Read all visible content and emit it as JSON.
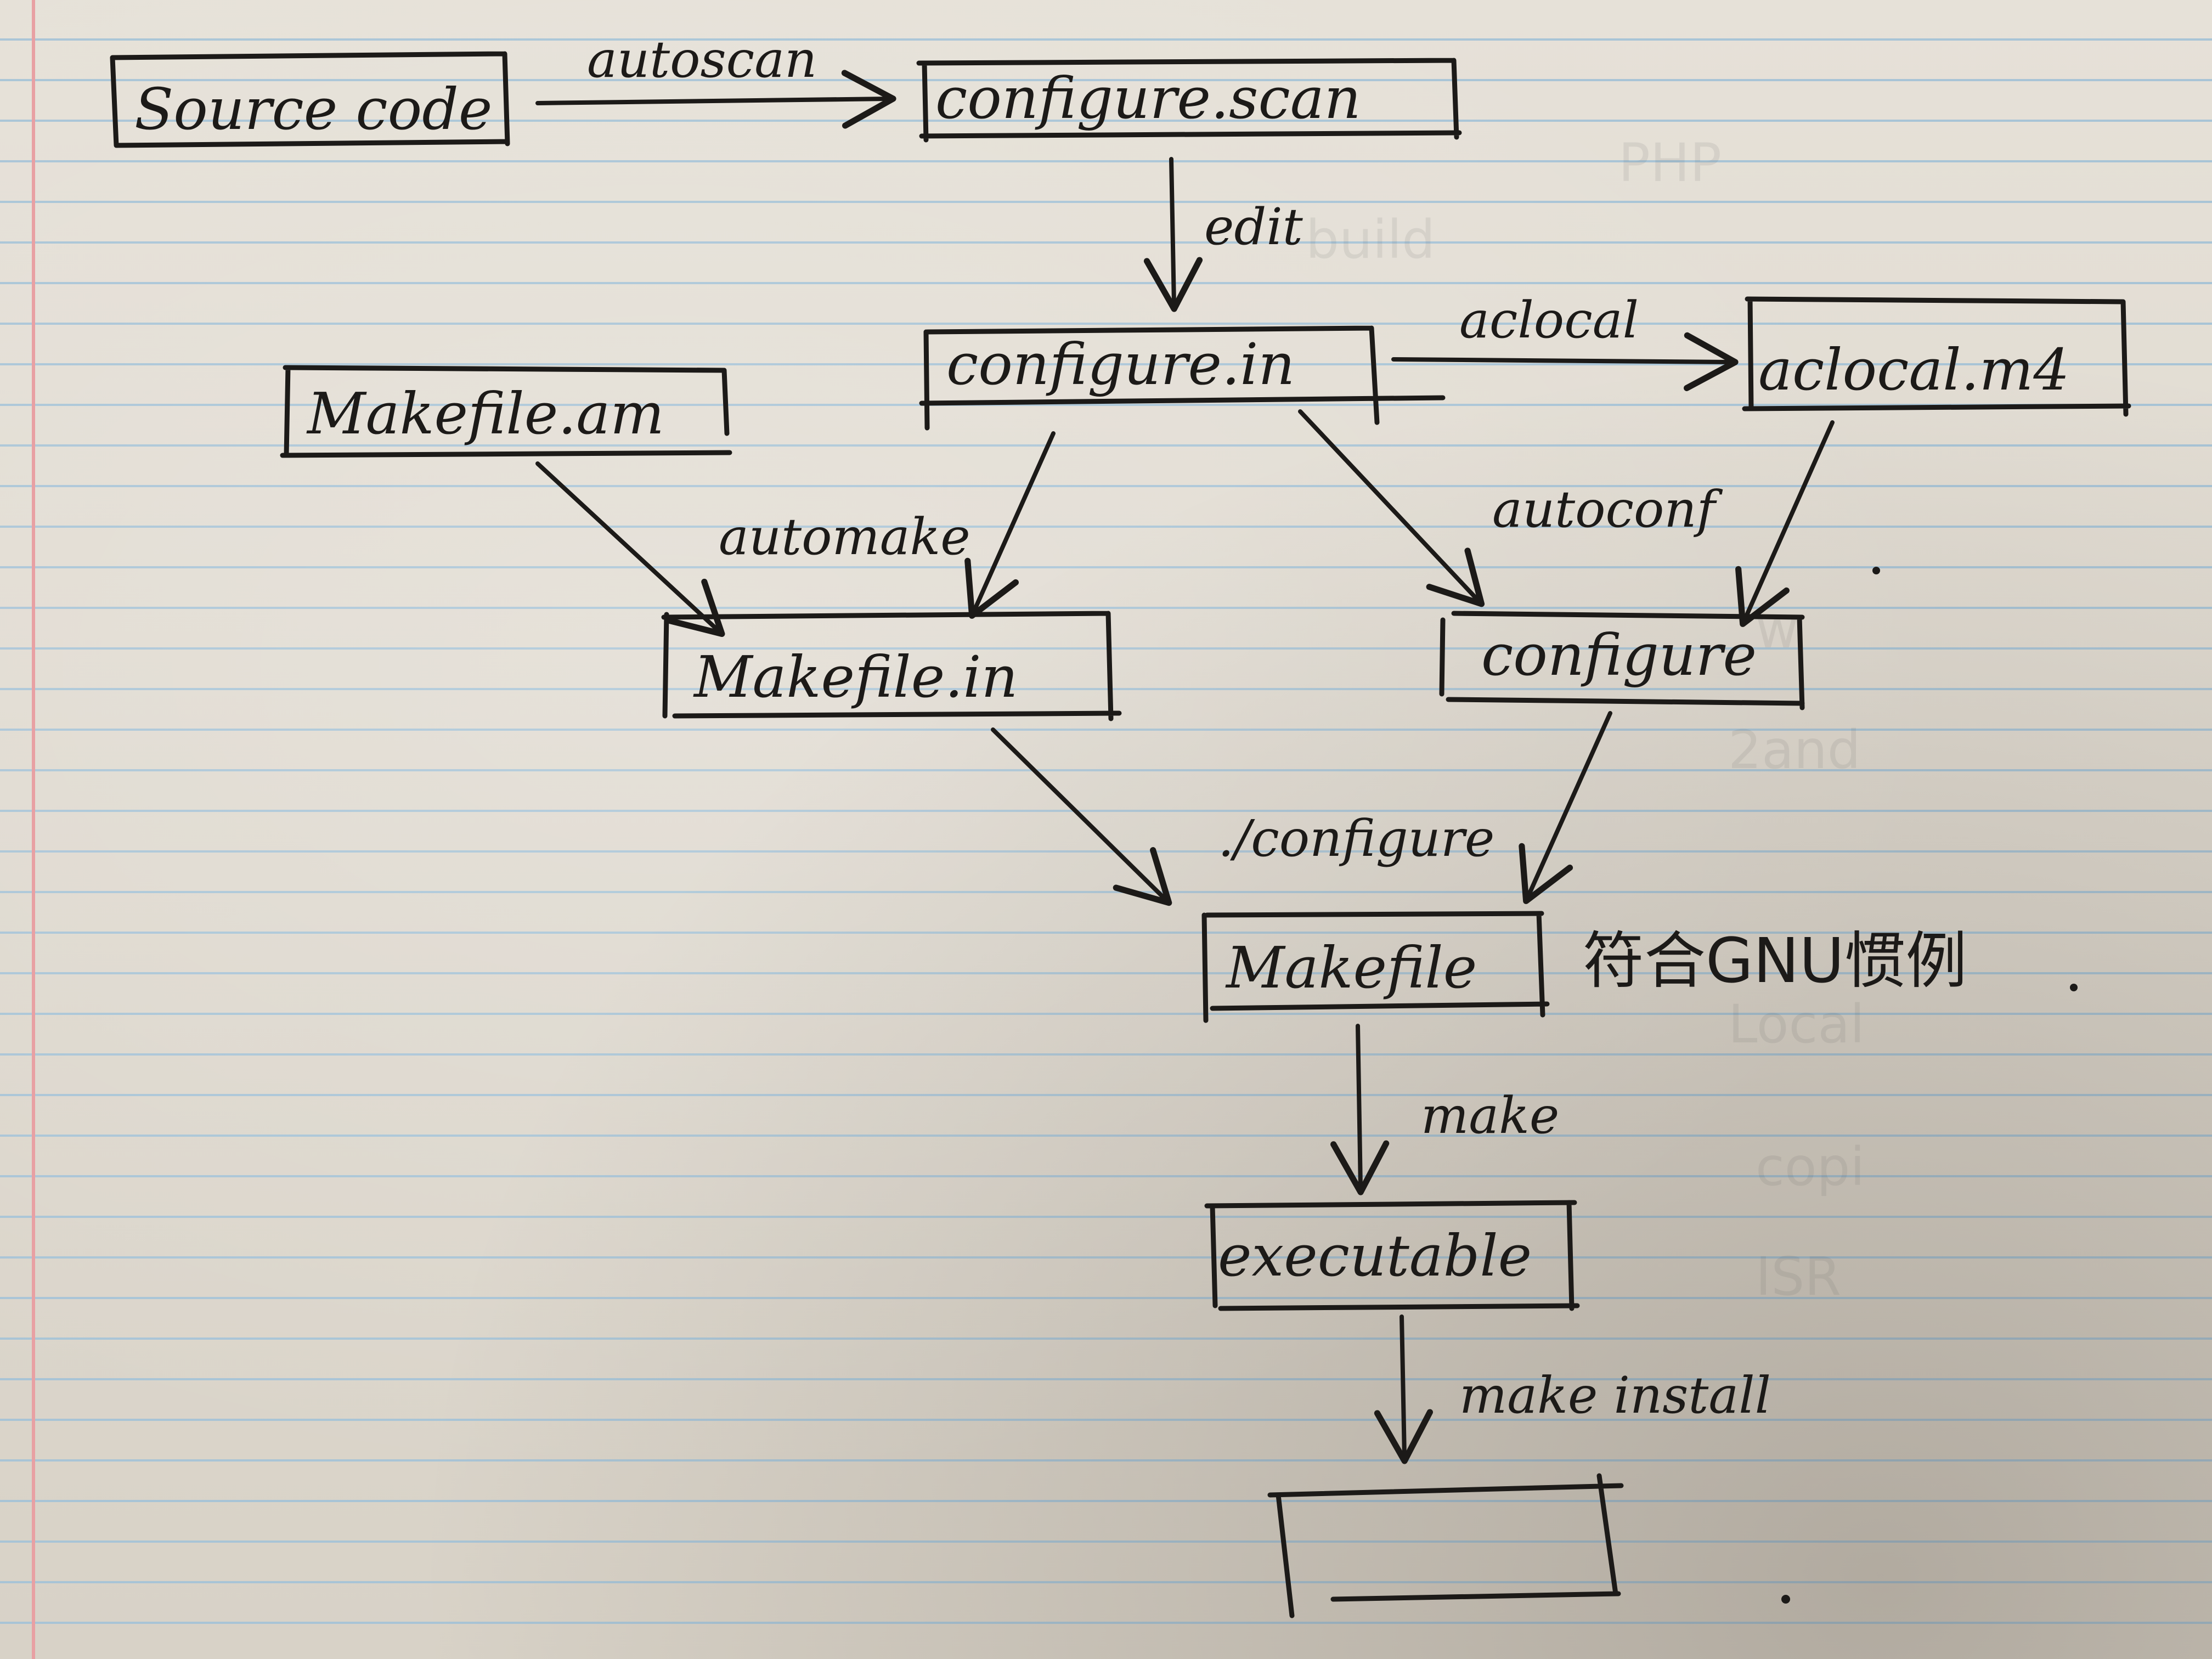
{
  "nodes": {
    "source_code": "Source code",
    "configure_scan": "configure.scan",
    "configure_in": "configure.in",
    "aclocal_m4": "aclocal.m4",
    "makefile_am": "Makefile.am",
    "makefile_in": "Makefile.in",
    "configure": "configure",
    "makefile": "Makefile",
    "executable": "executable",
    "installed": ""
  },
  "edges": {
    "autoscan": "autoscan",
    "edit": "edit",
    "aclocal": "aclocal",
    "automake": "automake",
    "autoconf": "autoconf",
    "run_configure": "./configure",
    "make": "make",
    "make_install": "make install"
  },
  "note": "符合GNU惯例"
}
